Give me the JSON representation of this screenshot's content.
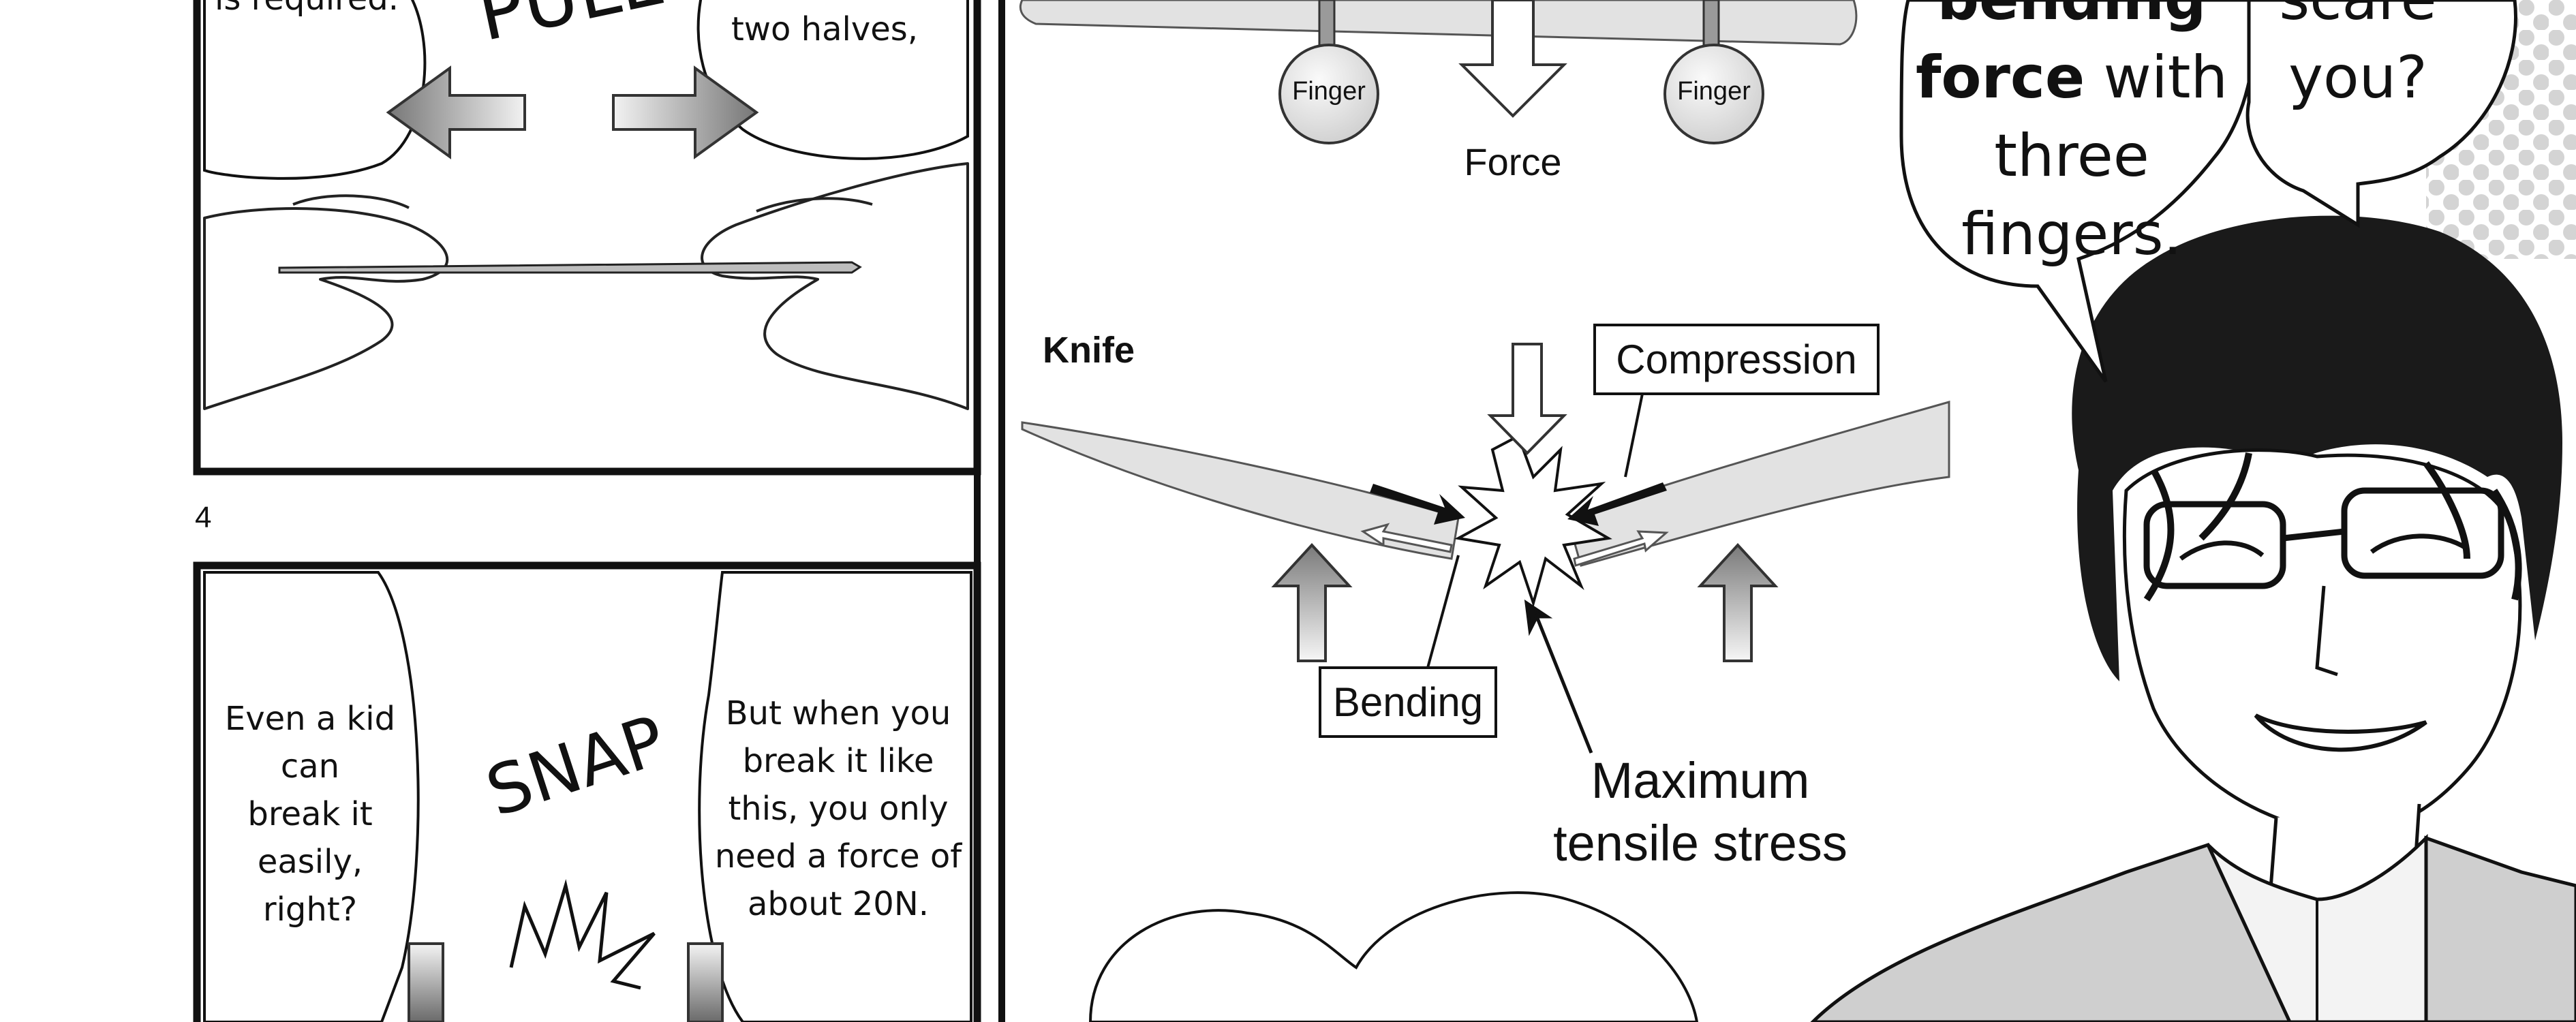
{
  "panel_left_top": {
    "bubble_left": "is required.",
    "bubble_right": "two halves,",
    "sfx": "PULL"
  },
  "page_number": "4",
  "panel_left_bottom": {
    "bubble_left": [
      "Even a kid",
      "can",
      "break it",
      "easily,",
      "right?"
    ],
    "bubble_right": [
      "But when you",
      "break it like",
      "this, you only",
      "need a force of",
      "about 20N."
    ],
    "sfx": "SNAP"
  },
  "diagram_top": {
    "finger_left": "Finger",
    "finger_right": "Finger",
    "force": "Force"
  },
  "diagram_knife": {
    "title": "Knife",
    "compression": "Compression",
    "bending": "Bending",
    "max_stress_line1": "Maximum",
    "max_stress_line2": "tensile stress"
  },
  "speech_right": {
    "line1": "bending",
    "line2_bold": "force",
    "line2_rest": " with",
    "line3": "three",
    "line4": "fingers.",
    "side_line1": "scare",
    "side_line2": "you?"
  },
  "colors": {
    "ink": "#111111",
    "paper": "#ffffff",
    "screentone": "#d9d9d9",
    "blade": "#e2e2e2"
  }
}
